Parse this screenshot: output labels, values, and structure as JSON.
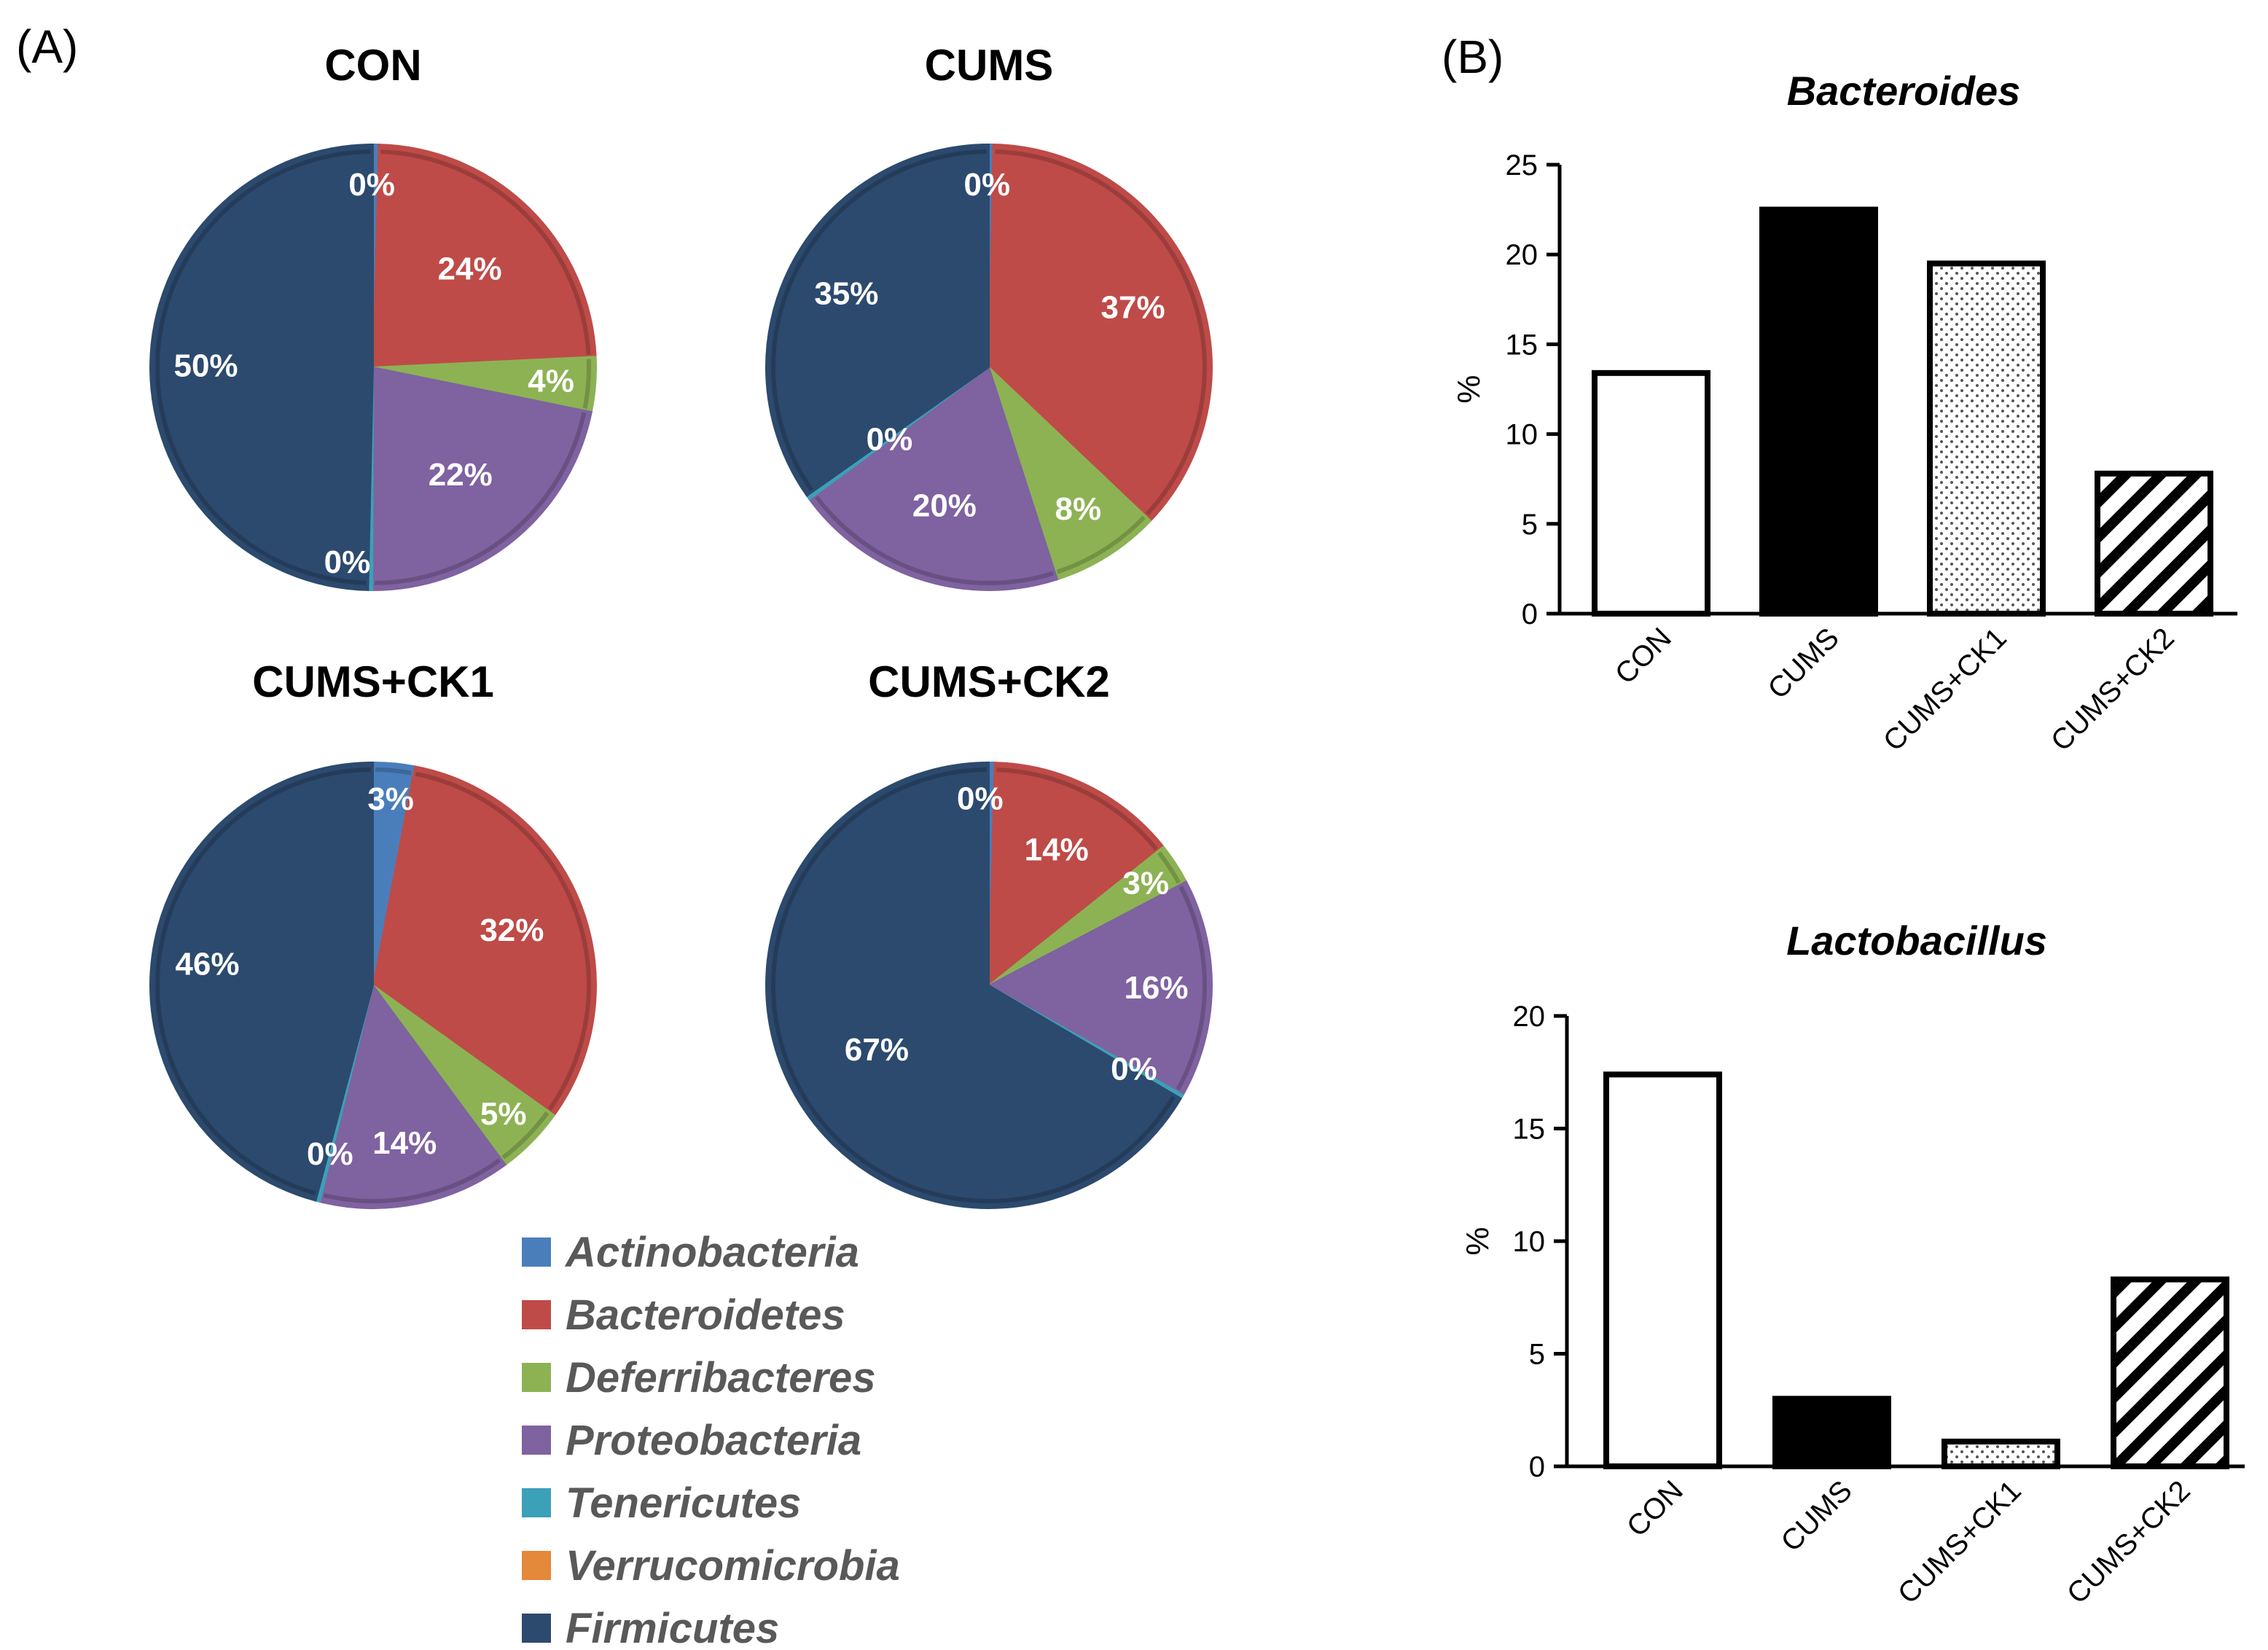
{
  "panel_labels": {
    "a": "(A)",
    "b": "(B)"
  },
  "colors": {
    "Actinobacteria": "#4a7ebb",
    "Bacteroidetes": "#be4b48",
    "Deferribacteres": "#8db254",
    "Proteobacteria": "#7f62a0",
    "Tenericutes": "#3ca0b8",
    "Verrucomicrobia": "#e4883a",
    "Firmicutes": "#2c4a6e"
  },
  "legend": [
    "Actinobacteria",
    "Bacteroidetes",
    "Deferribacteres",
    "Proteobacteria",
    "Tenericutes",
    "Verrucomicrobia",
    "Firmicutes"
  ],
  "chart_data": [
    {
      "type": "pie",
      "title": "CON",
      "labels": [
        "Actinobacteria",
        "Bacteroidetes",
        "Deferribacteres",
        "Proteobacteria",
        "Tenericutes",
        "Firmicutes"
      ],
      "values": [
        0.4,
        24,
        4,
        22,
        0.3,
        50
      ],
      "data_labels": [
        "0%",
        "24%",
        "4%",
        "22%",
        "0%",
        "50%"
      ]
    },
    {
      "type": "pie",
      "title": "CUMS",
      "labels": [
        "Actinobacteria",
        "Bacteroidetes",
        "Deferribacteres",
        "Proteobacteria",
        "Tenericutes",
        "Firmicutes"
      ],
      "values": [
        0.3,
        37,
        8,
        20,
        0.3,
        35
      ],
      "data_labels": [
        "0%",
        "37%",
        "8%",
        "20%",
        "0%",
        "35%"
      ]
    },
    {
      "type": "pie",
      "title": "CUMS+CK1",
      "labels": [
        "Actinobacteria",
        "Bacteroidetes",
        "Deferribacteres",
        "Proteobacteria",
        "Tenericutes",
        "Firmicutes"
      ],
      "values": [
        3,
        32,
        5,
        14,
        0.3,
        46
      ],
      "data_labels": [
        "3%",
        "32%",
        "5%",
        "14%",
        "0%",
        "46%"
      ]
    },
    {
      "type": "pie",
      "title": "CUMS+CK2",
      "labels": [
        "Actinobacteria",
        "Bacteroidetes",
        "Deferribacteres",
        "Proteobacteria",
        "Tenericutes",
        "Firmicutes"
      ],
      "values": [
        0.4,
        14,
        3,
        16,
        0.3,
        67
      ],
      "data_labels": [
        "0%",
        "14%",
        "3%",
        "16%",
        "0%",
        "67%"
      ]
    },
    {
      "type": "bar",
      "title": "Bacteroides",
      "categories": [
        "CON",
        "CUMS",
        "CUMS+CK1",
        "CUMS+CK2"
      ],
      "values": [
        13.4,
        22.5,
        19.5,
        7.8
      ],
      "fills": [
        "open",
        "solid",
        "dotted",
        "hatched"
      ],
      "ylabel": "%",
      "ylim": [
        0,
        25
      ],
      "yticks": [
        0,
        5,
        10,
        15,
        20,
        25
      ]
    },
    {
      "type": "bar",
      "title": "Lactobacillus",
      "categories": [
        "CON",
        "CUMS",
        "CUMS+CK1",
        "CUMS+CK2"
      ],
      "values": [
        17.4,
        3.0,
        1.1,
        8.3
      ],
      "fills": [
        "open",
        "solid",
        "dotted",
        "hatched"
      ],
      "ylabel": "%",
      "ylim": [
        0,
        20
      ],
      "yticks": [
        0,
        5,
        10,
        15,
        20
      ]
    }
  ]
}
